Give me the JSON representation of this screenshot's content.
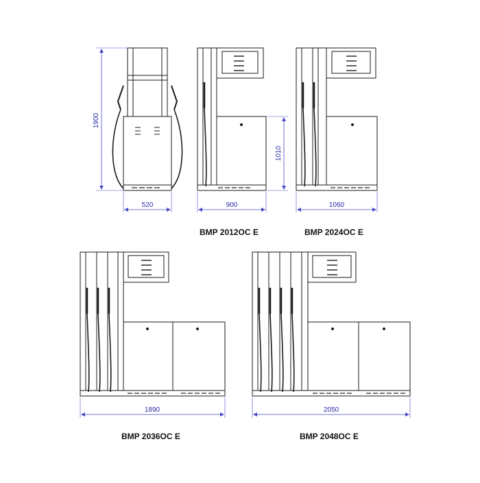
{
  "colors": {
    "line": "#1a1a1a",
    "dimension": "#4a4ac8",
    "fill": "#ffffff"
  },
  "models": [
    {
      "name": "BMP 2012OC E",
      "width_label": "900"
    },
    {
      "name": "BMP 2024OC E",
      "width_label": "1060"
    },
    {
      "name": "BMP 2036OC E",
      "width_label": "1890"
    },
    {
      "name": "BMP 2048OC E",
      "width_label": "2050"
    }
  ],
  "side_view": {
    "height_label": "1900",
    "width_label": "520"
  },
  "cabinet_height_label": "1010"
}
